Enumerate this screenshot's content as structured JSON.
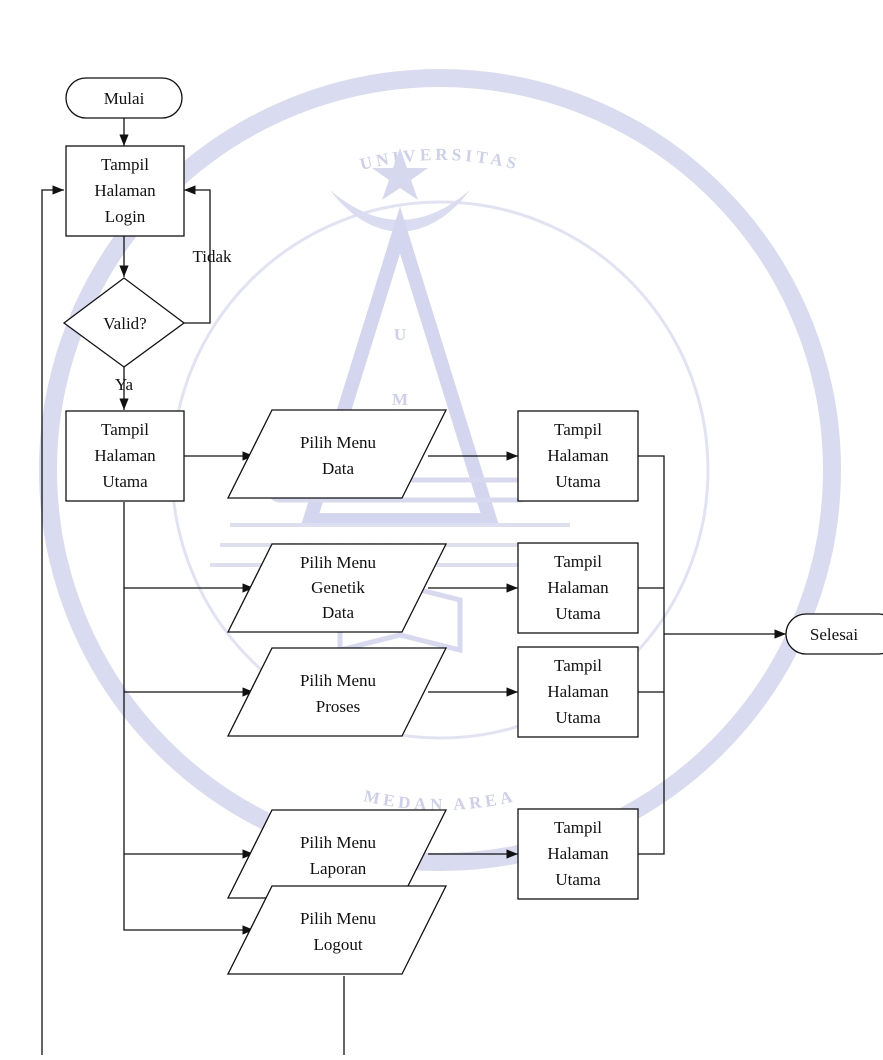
{
  "watermark": {
    "top_text": "UNIVERSITAS",
    "bottom_text": "MEDAN AREA",
    "monogram": [
      "U",
      "M",
      "A"
    ],
    "color": "#cdd0ec"
  },
  "flow": {
    "start": "Mulai",
    "login_lines": [
      "Tampil",
      "Halaman",
      "Login"
    ],
    "decision": "Valid?",
    "no_label": "Tidak",
    "yes_label": "Ya",
    "home_lines": [
      "Tampil",
      "Halaman",
      "Utama"
    ],
    "menu_data_lines": [
      "Pilih Menu",
      "Data"
    ],
    "menu_genetik_lines": [
      "Pilih Menu",
      "Genetik",
      "Data"
    ],
    "menu_proses_lines": [
      "Pilih Menu",
      "Proses"
    ],
    "menu_laporan_lines": [
      "Pilih Menu",
      "Laporan"
    ],
    "menu_logout_lines": [
      "Pilih Menu",
      "Logout"
    ],
    "result_1_lines": [
      "Tampil",
      "Halaman",
      "Utama"
    ],
    "result_2_lines": [
      "Tampil",
      "Halaman",
      "Utama"
    ],
    "result_3_lines": [
      "Tampil",
      "Halaman",
      "Utama"
    ],
    "result_4_lines": [
      "Tampil",
      "Halaman",
      "Utama"
    ],
    "end": "Selesai"
  }
}
